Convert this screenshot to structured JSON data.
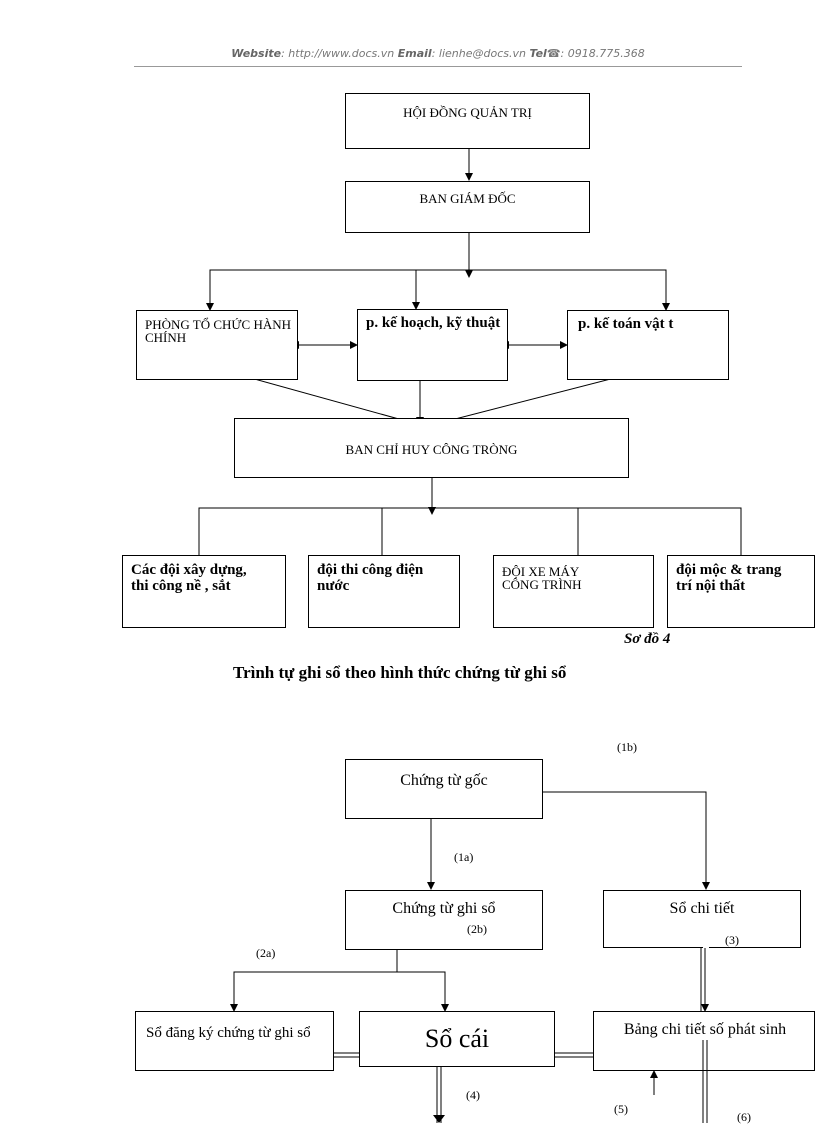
{
  "header": {
    "website_label": "Website",
    "website_value": ": http://www.docs.vn",
    "email_label": "Email",
    "email_value": ": lienhe@docs.vn",
    "tel_label": "Tel",
    "tel_value": "☎: 0918.775.368"
  },
  "org_chart": {
    "board": "HỘI ĐỒNG QUẢN TRỊ",
    "directors": "BAN GIÁM ĐỐC",
    "dept_admin": "PHÒNG TỔ CHỨC HÀNH CHÍNH",
    "dept_planning": "p. kế hoạch, kỹ thuật",
    "dept_accounting": "p. kế toán vật t",
    "site_command": "BAN CHỈ HUY CÔNG TRÒNG",
    "team_construction": "Các đội xây dựng, thi công nề , sắt",
    "team_electric": "đội thi công điện nước",
    "team_vehicles": "ĐỘI XE MÁY CÔNG TRÌNH",
    "team_carpentry": "đội mộc & trang trí nội thất",
    "caption": "Sơ đồ 4"
  },
  "section_title": "Trình tự ghi sổ theo hình thức chứng từ ghi sổ",
  "flow_chart": {
    "source_docs": "Chứng từ gốc",
    "journal_vouchers": "Chứng từ ghi sổ",
    "detail_ledgers": "Sổ chi tiết",
    "voucher_register": "Sổ đăng ký chứng từ ghi sổ",
    "general_ledger": "Sổ cái",
    "detail_summary": "Bảng chi tiết số phát sinh",
    "labels": {
      "l1a": "(1a)",
      "l1b": "(1b)",
      "l2a": "(2a)",
      "l2b": "(2b)",
      "l3": "(3)",
      "l4": "(4)",
      "l5": "(5)",
      "l6": "(6)"
    }
  }
}
